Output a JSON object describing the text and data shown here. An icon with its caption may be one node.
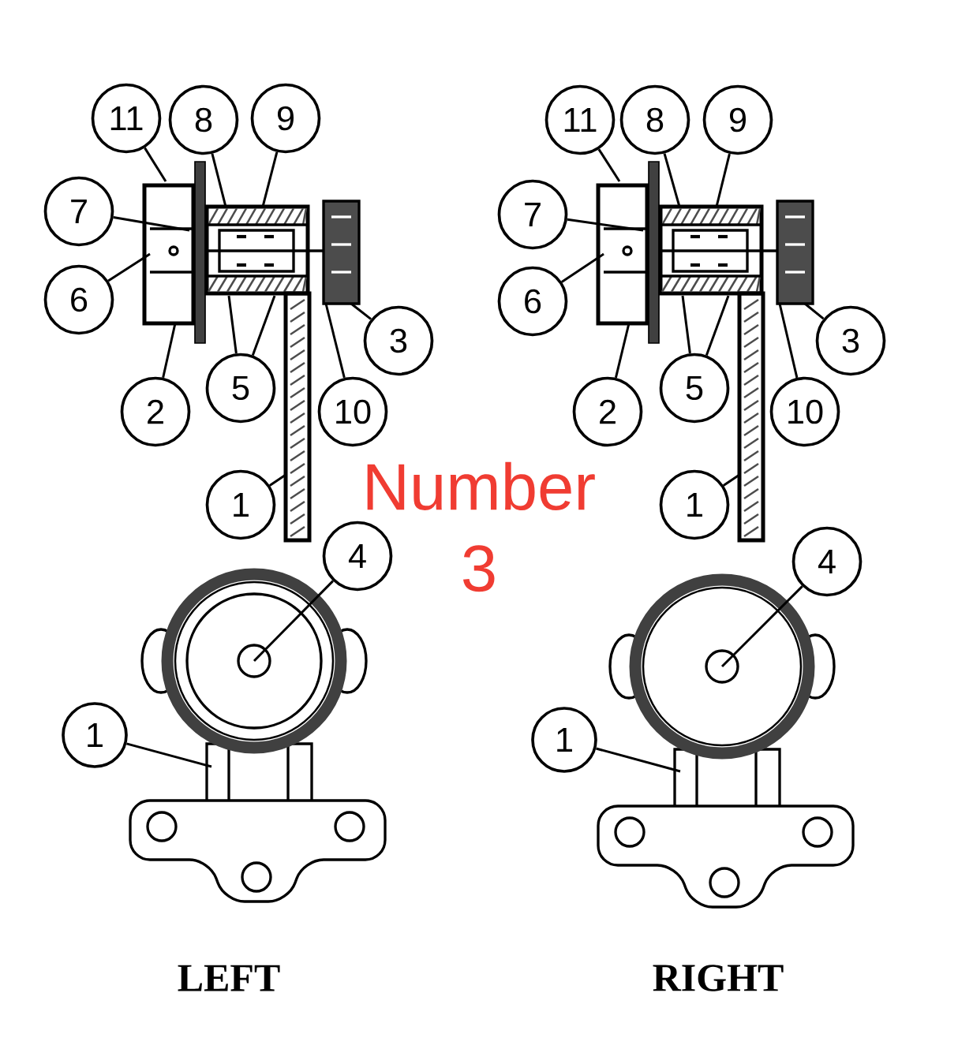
{
  "diagram": {
    "nodes": [
      {
        "text": [
          "11"
        ]
      },
      {
        "text": [
          "8"
        ]
      },
      {
        "text": [
          "9"
        ]
      },
      {
        "text": [
          "7"
        ]
      },
      {
        "text": [
          "6"
        ]
      },
      {
        "text": [
          "3"
        ]
      },
      {
        "text": [
          "2"
        ]
      },
      {
        "text": [
          "5"
        ]
      },
      {
        "text": [
          "10"
        ]
      },
      {
        "text": [
          "1"
        ]
      },
      {
        "text": [
          "4"
        ]
      },
      {
        "text": [
          "1"
        ]
      },
      {
        "text": [
          "11"
        ]
      },
      {
        "text": [
          "8"
        ]
      },
      {
        "text": [
          "9"
        ]
      },
      {
        "text": [
          "7"
        ]
      },
      {
        "text": [
          "6"
        ]
      },
      {
        "text": [
          "3"
        ]
      },
      {
        "text": [
          "2"
        ]
      },
      {
        "text": [
          "5"
        ]
      },
      {
        "text": [
          "10"
        ]
      },
      {
        "text": [
          "1"
        ]
      },
      {
        "text": [
          "4"
        ]
      },
      {
        "text": [
          "1"
        ]
      }
    ],
    "edges": [
      {
        "from": 0,
        "to": null,
        "arrow": "none"
      },
      {
        "from": 1,
        "to": null,
        "arrow": "none"
      },
      {
        "from": 2,
        "to": null,
        "arrow": "none"
      },
      {
        "from": 3,
        "to": null,
        "arrow": "none"
      },
      {
        "from": 4,
        "to": null,
        "arrow": "none"
      },
      {
        "from": 5,
        "to": null,
        "arrow": "none"
      },
      {
        "from": 8,
        "to": null,
        "arrow": "none"
      },
      {
        "from": 6,
        "to": null,
        "arrow": "none"
      },
      {
        "from": 7,
        "to": null,
        "arrow": "none"
      },
      {
        "from": 7,
        "to": null,
        "arrow": "none"
      },
      {
        "from": 9,
        "to": null,
        "arrow": "none"
      },
      {
        "from": 10,
        "to": null,
        "arrow": "none"
      },
      {
        "from": 11,
        "to": null,
        "arrow": "none"
      },
      {
        "from": 12,
        "to": null,
        "arrow": "none"
      },
      {
        "from": 13,
        "to": null,
        "arrow": "none"
      },
      {
        "from": 14,
        "to": null,
        "arrow": "none"
      },
      {
        "from": 15,
        "to": null,
        "arrow": "none"
      },
      {
        "from": 16,
        "to": null,
        "arrow": "none"
      },
      {
        "from": 17,
        "to": null,
        "arrow": "none"
      },
      {
        "from": 20,
        "to": null,
        "arrow": "none"
      },
      {
        "from": 18,
        "to": null,
        "arrow": "none"
      },
      {
        "from": 19,
        "to": null,
        "arrow": "none"
      },
      {
        "from": 19,
        "to": null,
        "arrow": "none"
      },
      {
        "from": 21,
        "to": null,
        "arrow": "none"
      },
      {
        "from": 22,
        "to": null,
        "arrow": "none"
      },
      {
        "from": 23,
        "to": null,
        "arrow": "none"
      }
    ],
    "labels": [
      "Number 3",
      "LEFT",
      "RIGHT"
    ]
  }
}
